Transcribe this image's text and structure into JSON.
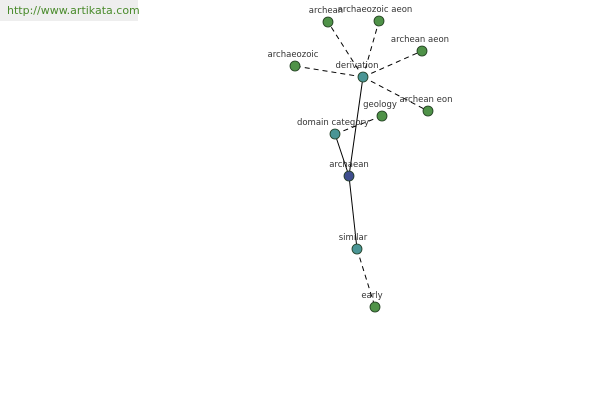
{
  "banner": {
    "url": "http://www.artikata.com"
  },
  "graph": {
    "colors": {
      "center": "#3f4e8e",
      "relation": "#4a9595",
      "leaf": "#4f9248",
      "edge": "#000000",
      "banner_text": "#4a8b2c"
    },
    "nodes": [
      {
        "id": "archaean",
        "label": "archaean",
        "kind": "center"
      },
      {
        "id": "derivation",
        "label": "derivation",
        "kind": "relation"
      },
      {
        "id": "domain-category",
        "label": "domain category",
        "kind": "relation"
      },
      {
        "id": "similar",
        "label": "similar",
        "kind": "relation"
      },
      {
        "id": "archean",
        "label": "archean",
        "kind": "leaf"
      },
      {
        "id": "archaeozoic-aeon",
        "label": "archaeozoic aeon",
        "kind": "leaf"
      },
      {
        "id": "archean-aeon",
        "label": "archean aeon",
        "kind": "leaf"
      },
      {
        "id": "archaeozoic",
        "label": "archaeozoic",
        "kind": "leaf"
      },
      {
        "id": "archean-eon",
        "label": "archean eon",
        "kind": "leaf"
      },
      {
        "id": "geology",
        "label": "geology",
        "kind": "leaf"
      },
      {
        "id": "early",
        "label": "early",
        "kind": "leaf"
      }
    ],
    "edges": [
      {
        "from": "archaean",
        "to": "derivation",
        "style": "solid"
      },
      {
        "from": "archaean",
        "to": "domain-category",
        "style": "solid"
      },
      {
        "from": "archaean",
        "to": "similar",
        "style": "solid"
      },
      {
        "from": "derivation",
        "to": "archean",
        "style": "dashed"
      },
      {
        "from": "derivation",
        "to": "archaeozoic-aeon",
        "style": "dashed"
      },
      {
        "from": "derivation",
        "to": "archean-aeon",
        "style": "dashed"
      },
      {
        "from": "derivation",
        "to": "archaeozoic",
        "style": "dashed"
      },
      {
        "from": "derivation",
        "to": "archean-eon",
        "style": "dashed"
      },
      {
        "from": "domain-category",
        "to": "geology",
        "style": "dashed"
      },
      {
        "from": "similar",
        "to": "early",
        "style": "dashed"
      }
    ]
  }
}
